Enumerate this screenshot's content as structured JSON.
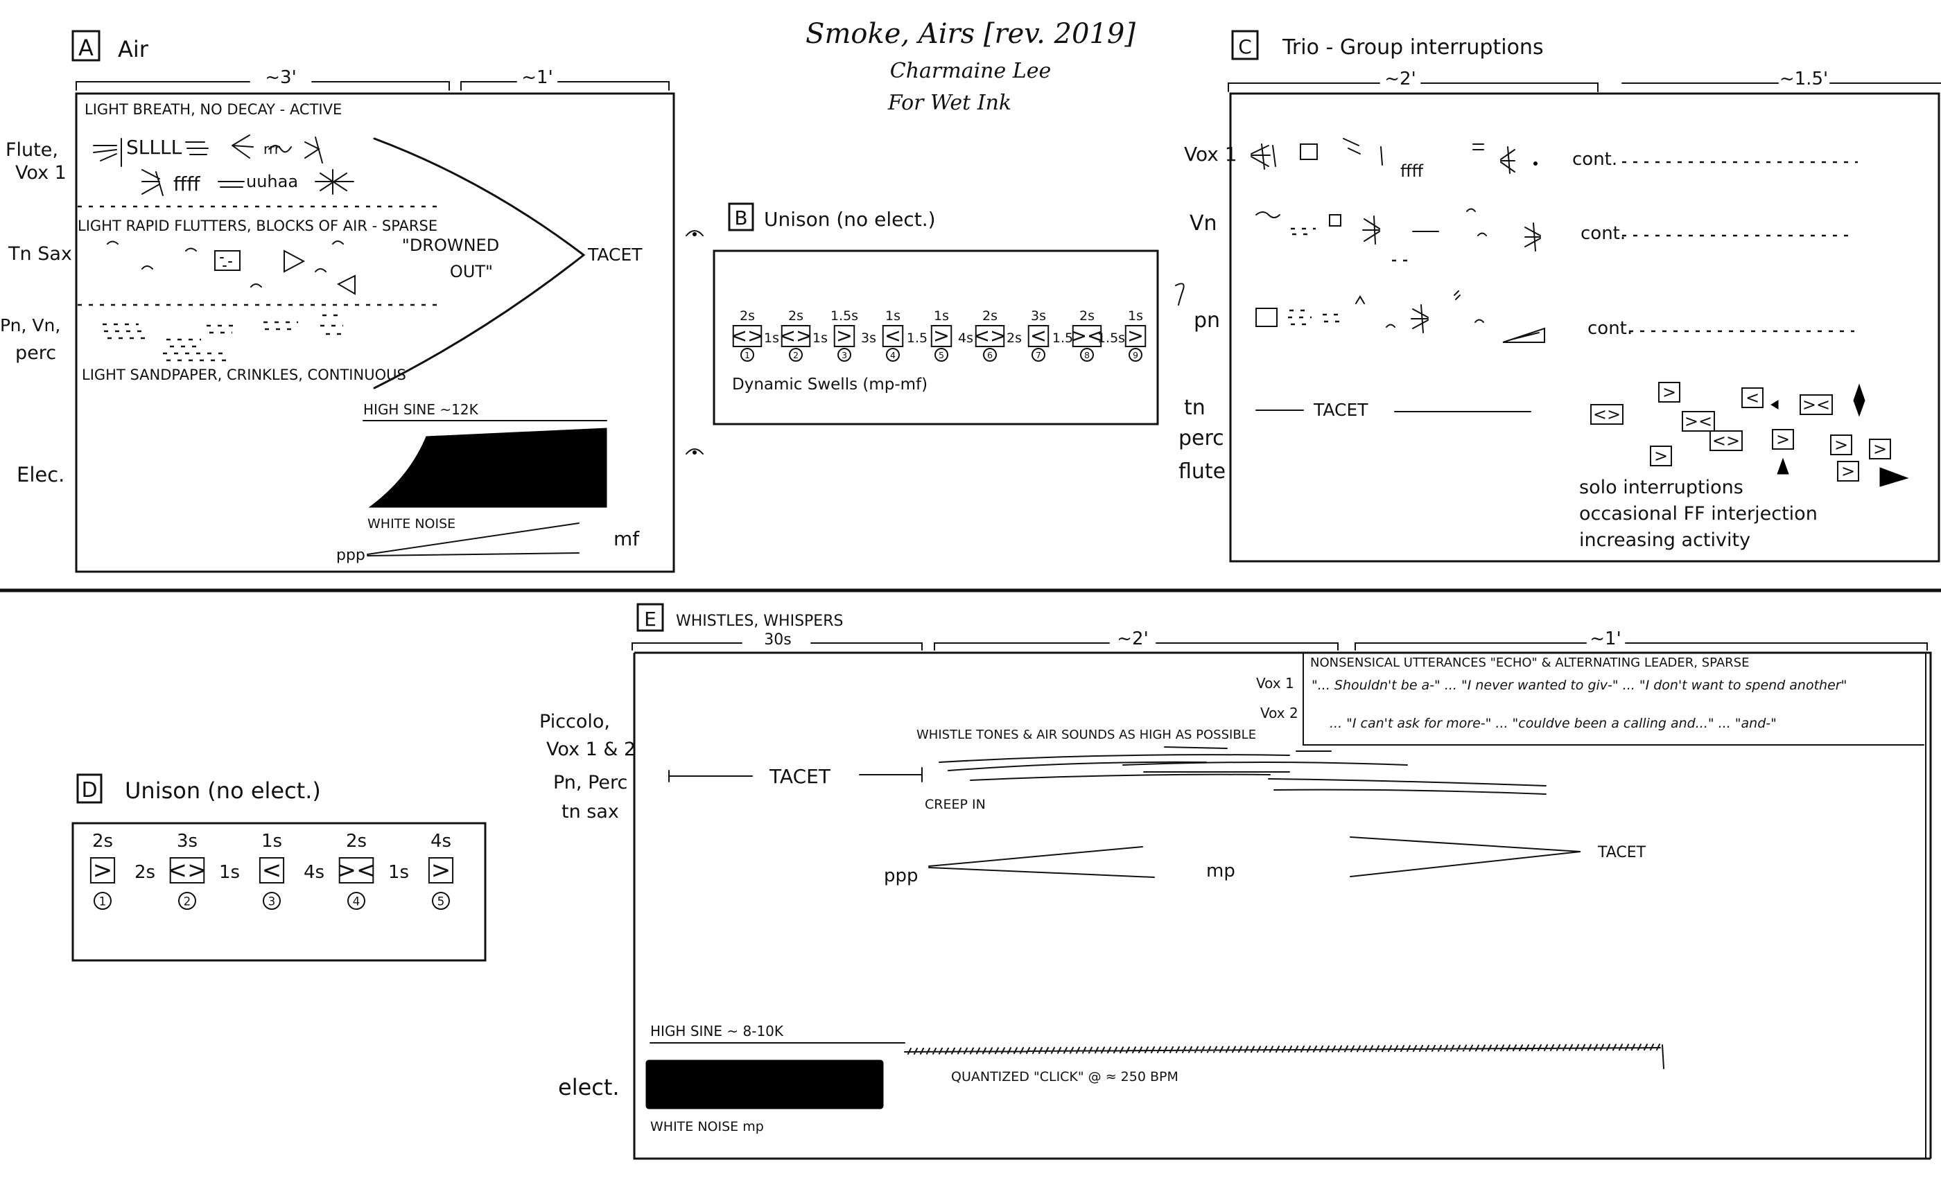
{
  "header": {
    "title": "Smoke, Airs [rev. 2019]",
    "composer": "Charmaine Lee",
    "dedication": "For Wet Ink"
  },
  "section_a": {
    "letter": "A",
    "name": "Air",
    "dur1": "~3'",
    "dur2": "~1'",
    "inst_flute": "Flute,",
    "inst_vox": "Vox 1",
    "inst_sax": "Tn Sax",
    "inst_pn": "Pn, Vn,",
    "inst_perc": "perc",
    "inst_elec": "Elec.",
    "note_breath": "LIGHT BREATH, NO DECAY - ACTIVE",
    "vocal_1": "SLLLL",
    "vocal_2": "ffff",
    "vocal_3": "uuhaa",
    "vocal_4": "rrr",
    "note_flutters": "LIGHT RAPID FLUTTERS, BLOCKS OF AIR - SPARSE",
    "drowned_1": "\"DROWNED",
    "drowned_2": "OUT\"",
    "tacet": "TACET",
    "note_sand": "LIGHT SANDPAPER, CRINKLES, CONTINUOUS",
    "high_sine": "HIGH SINE ~12K",
    "white_noise": "WHITE NOISE",
    "dyn_start": "ppp",
    "dyn_end": "mf"
  },
  "section_b": {
    "letter": "B",
    "name": "Unison (no elect.)",
    "durations": [
      "2s",
      "2s",
      "1.5s",
      "1s",
      "1s",
      "2s",
      "3s",
      "2s",
      "1s"
    ],
    "gaps": [
      "1s",
      "1s",
      "3s",
      "1.5",
      "4s",
      "2s",
      "1.5",
      "1.5s"
    ],
    "shapes": [
      "<>",
      "<>",
      ">",
      "<",
      ">",
      "<>",
      "<",
      "><",
      ">"
    ],
    "numbers": [
      "1",
      "2",
      "3",
      "4",
      "5",
      "6",
      "7",
      "8",
      "9"
    ],
    "swells": "Dynamic Swells (mp-mf)"
  },
  "section_c": {
    "letter": "C",
    "name": "Trio - Group interruptions",
    "dur1": "~2'",
    "dur2": "~1.5'",
    "inst_vox": "Vox 1",
    "inst_vn": "Vn",
    "inst_pn": "pn",
    "inst_tn": "tn",
    "inst_perc": "perc",
    "inst_flute": "flute",
    "vocal": "ffff",
    "cont": "cont.",
    "tacet": "TACET",
    "solo_1": "solo interruptions",
    "solo_2": "occasional FF interjection",
    "solo_3": "increasing activity",
    "boxes": [
      "<>",
      ">",
      "><",
      "<",
      "><",
      "<>",
      ">",
      ">",
      ">",
      ">",
      ">"
    ]
  },
  "section_d": {
    "letter": "D",
    "name": "Unison (no elect.)",
    "durations": [
      "2s",
      "3s",
      "1s",
      "2s",
      "4s"
    ],
    "gaps": [
      "2s",
      "1s",
      "4s",
      "1s"
    ],
    "shapes": [
      ">",
      "<>",
      "<",
      "><",
      ">"
    ],
    "numbers": [
      "1",
      "2",
      "3",
      "4",
      "5"
    ]
  },
  "section_e": {
    "letter": "E",
    "name": "WHISTLES, WHISPERS",
    "dur1": "30s",
    "dur2": "~2'",
    "dur3": "~1'",
    "inst_piccolo": "Piccolo,",
    "inst_vox": "Vox 1 & 2",
    "inst_pn": "Pn, Perc",
    "inst_sax": "tn sax",
    "inst_elec": "elect.",
    "nonsense": "NONSENSICAL UTTERANCES \"ECHO\" & ALTERNATING LEADER, SPARSE",
    "vox1_label": "Vox 1",
    "vox2_label": "Vox 2",
    "vox1_text": "\"... Shouldn't be a-\" ... \"I never wanted to giv-\" ... \"I don't want to spend another\"",
    "vox2_text": "... \"I can't ask for more-\" ... \"couldve been a calling and...\" ... \"and-\"",
    "whistle": "WHISTLE TONES & AIR SOUNDS AS HIGH AS POSSIBLE",
    "tacet": "TACET",
    "creep": "CREEP IN",
    "dyn_ppp": "ppp",
    "dyn_mp": "mp",
    "tacet_end": "TACET",
    "high_sine": "HIGH SINE ~ 8-10K",
    "click": "QUANTIZED \"CLICK\" @ ≈ 250 BPM",
    "white_noise": "WHITE NOISE  mp"
  }
}
